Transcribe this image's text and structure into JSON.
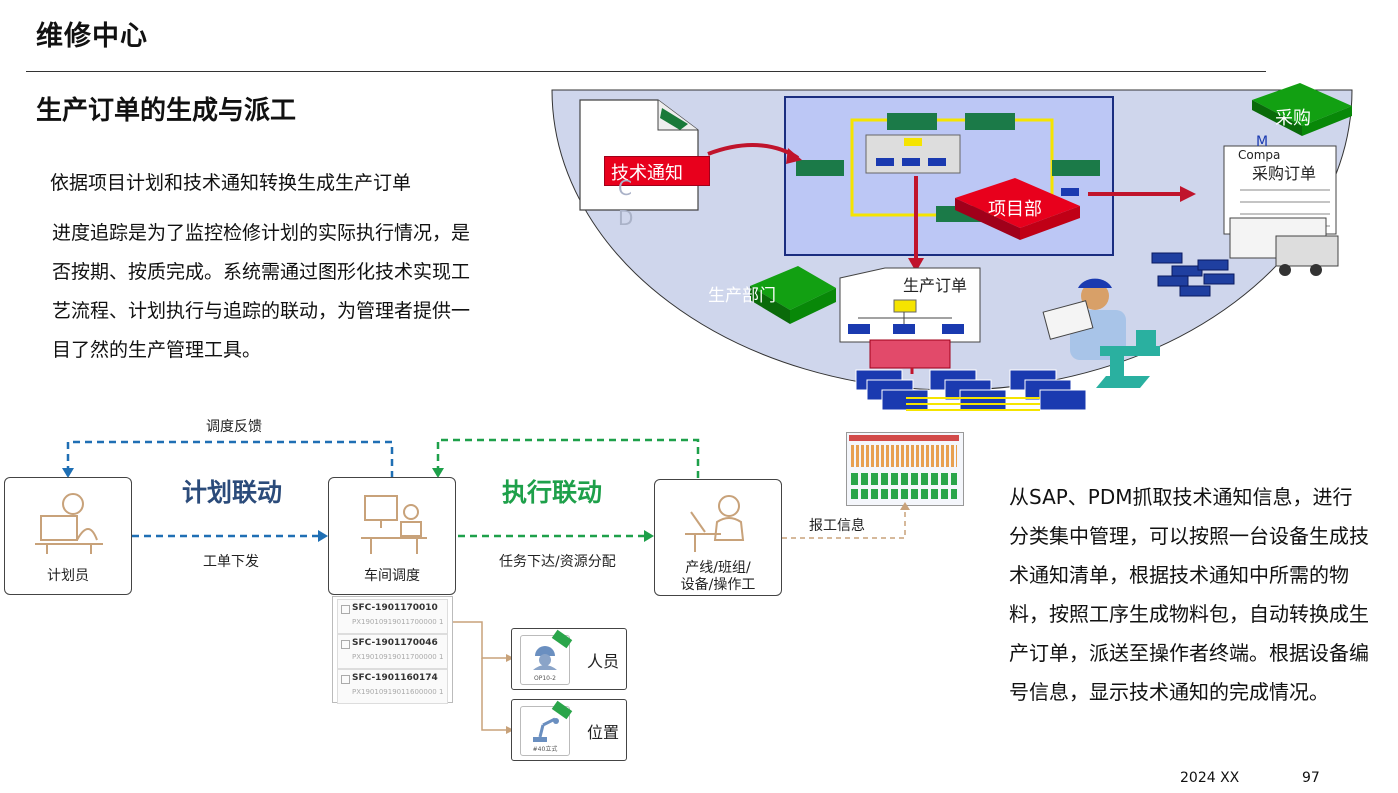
{
  "header": {
    "title": "维修中心",
    "subtitle": "生产订单的生成与派工"
  },
  "intro": {
    "line1": "依据项目计划和技术通知转换生成生产订单",
    "para": "进度追踪是为了监控检修计划的实际执行情况，是否按期、按质完成。系统需通过图形化技术实现工艺流程、计划执行与追踪的联动，为管理者提供一目了然的生产管理工具。"
  },
  "right_text": "从SAP、PDM抓取技术通知信息，进行分类集中管理，可以按照一台设备生成技术通知清单，根据技术通知中所需的物料，按照工序生成物料包，自动转换成生产订单，派送至操作者终端。根据设备编号信息，显示技术通知的完成情况。",
  "diagram": {
    "tech_notice": "技术通知",
    "cd_letters": [
      "C",
      "D"
    ],
    "project_dept": "项目部",
    "purchase": "采购",
    "purchase_order": "采购订单",
    "company": "Compa",
    "m_letter": "M",
    "production_dept": "生产部门",
    "production_order": "生产订单"
  },
  "flow": {
    "feedback": "调度反馈",
    "plan_link": "计划联动",
    "exec_link": "执行联动",
    "work_order": "工单下发",
    "task_dispatch": "任务下达/资源分配",
    "report": "报工信息",
    "planner": "计划员",
    "workshop": "车间调度",
    "line_1": "产线/班组/",
    "line_2": "设备/操作工",
    "personnel": "人员",
    "position": "位置",
    "personnel_sub": "OP10-2",
    "position_sub": "#40立式",
    "sfc_items": [
      {
        "id": "SFC-1901170010",
        "sub": "PX19010919011700000 1"
      },
      {
        "id": "SFC-1901170046",
        "sub": "PX19010919011700000 1"
      },
      {
        "id": "SFC-1901160174",
        "sub": "PX19010919011600000 1"
      }
    ]
  },
  "footer": {
    "date": "2024 XX",
    "page": "97"
  },
  "colors": {
    "blue_dash": "#1f6fb4",
    "green_dash": "#1ea04a",
    "tan": "#c8a27a",
    "dark_red": "#c0142c",
    "bubble": "#cfd6ec"
  }
}
